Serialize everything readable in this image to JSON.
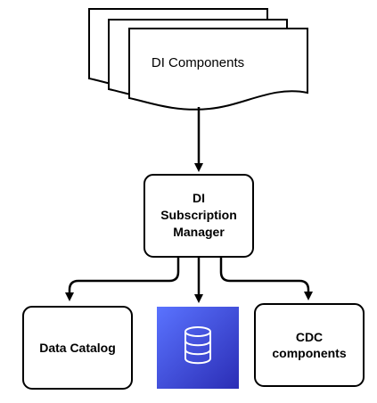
{
  "diagram": {
    "top_node": {
      "label": "DI Components"
    },
    "manager": {
      "lines": [
        "DI",
        "Subscription",
        "Manager"
      ]
    },
    "left_node": {
      "label": "Data Catalog"
    },
    "center_node": {
      "icon": "database-icon",
      "color": "#3c48e0"
    },
    "right_node": {
      "lines": [
        "CDC",
        "components"
      ]
    }
  },
  "colors": {
    "stroke": "#000000",
    "node_fill": "#ffffff",
    "db_gradient_top": "#4f6cff",
    "db_gradient_bottom": "#2e2fb8"
  }
}
